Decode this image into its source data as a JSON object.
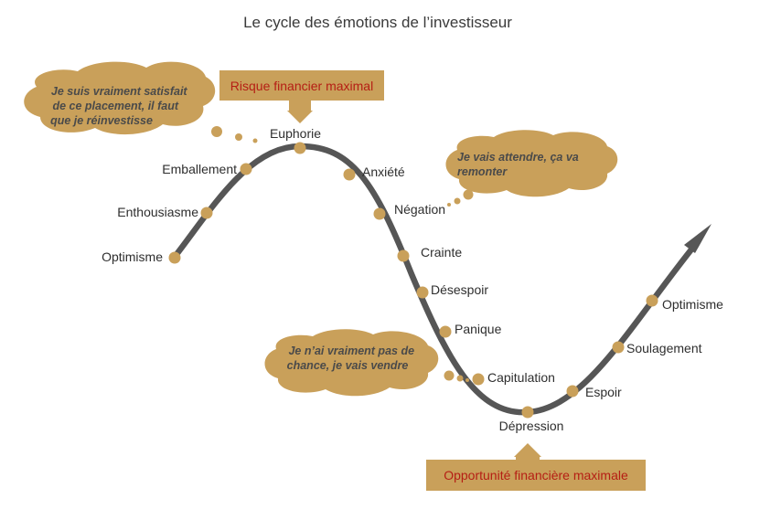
{
  "title": "Le cycle des émotions de l’investisseur",
  "colors": {
    "curve": "#565656",
    "dot": "#c9a05a",
    "bubble": "#c9a05a",
    "callout_fill": "#c9a05a",
    "callout_text": "#b51e14",
    "label": "#2e2e2e"
  },
  "stages": [
    {
      "label": "Optimisme"
    },
    {
      "label": "Enthousiasme"
    },
    {
      "label": "Emballement"
    },
    {
      "label": "Euphorie"
    },
    {
      "label": "Anxiété"
    },
    {
      "label": "Négation"
    },
    {
      "label": "Crainte"
    },
    {
      "label": "Désespoir"
    },
    {
      "label": "Panique"
    },
    {
      "label": "Capitulation"
    },
    {
      "label": "Dépression"
    },
    {
      "label": "Espoir"
    },
    {
      "label": "Soulagement"
    },
    {
      "label": "Optimisme"
    }
  ],
  "thoughts": [
    {
      "lines": [
        "Je suis vraiment satisfait",
        "de ce placement, il faut",
        "que je réinvestisse"
      ]
    },
    {
      "lines": [
        "Je vais attendre, ça va",
        "remonter"
      ]
    },
    {
      "lines": [
        "Je n’ai vraiment pas de",
        "chance, je vais vendre"
      ]
    }
  ],
  "callouts": {
    "top": "Risque financier maximal",
    "bottom": "Opportunité financière maximale"
  }
}
